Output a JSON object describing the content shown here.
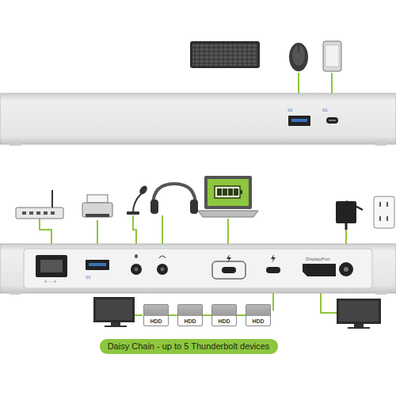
{
  "diagram": {
    "nodes": [
      {
        "text": [
          "HDD"
        ]
      },
      {
        "text": [
          "HDD"
        ]
      },
      {
        "text": [
          "HDD"
        ]
      },
      {
        "text": [
          "HDD"
        ]
      },
      {
        "text": [
          "Daisy Chain - up to 5 Thunderbolt devices"
        ]
      }
    ],
    "edges": [
      {
        "from": 0,
        "to": 1,
        "arrow": "none"
      },
      {
        "from": 1,
        "to": 2,
        "arrow": "none"
      },
      {
        "from": 2,
        "to": 3,
        "arrow": "none"
      }
    ],
    "labels": [
      "DisplayPort"
    ]
  }
}
